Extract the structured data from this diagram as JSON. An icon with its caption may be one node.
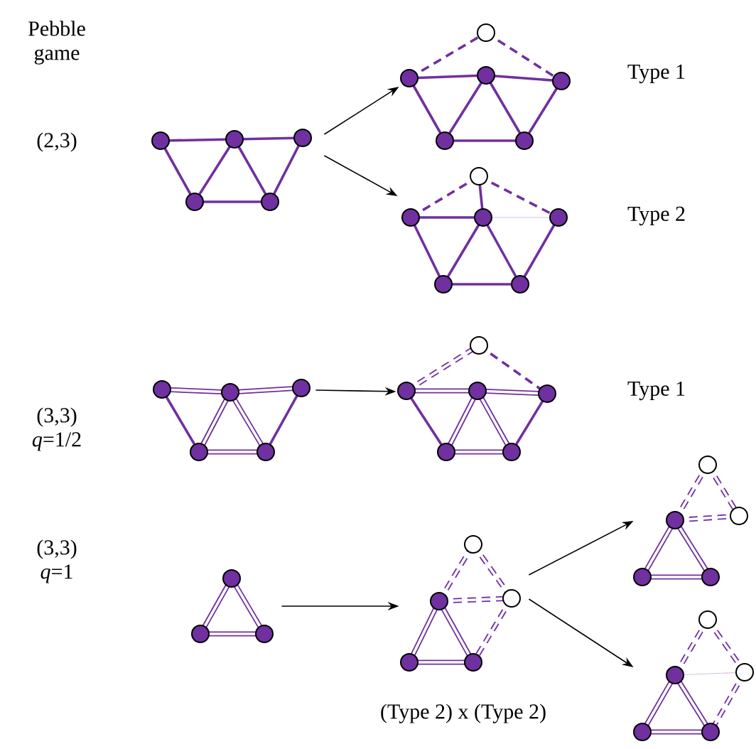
{
  "diagram": {
    "nodes": [
      {
        "text": [],
        "shape": "picture"
      },
      {
        "text": [],
        "shape": "picture"
      },
      {
        "text": [],
        "shape": "picture"
      },
      {
        "text": [],
        "shape": "picture"
      },
      {
        "text": [],
        "shape": "picture"
      },
      {
        "text": [],
        "shape": "picture"
      },
      {
        "text": [],
        "shape": "picture"
      },
      {
        "text": [],
        "shape": "picture"
      },
      {
        "text": [],
        "shape": "picture"
      }
    ],
    "edges": [
      {
        "from": 0,
        "to": 1,
        "arrow": "to"
      },
      {
        "from": 0,
        "to": 2,
        "arrow": "to"
      },
      {
        "from": 3,
        "to": 4,
        "arrow": "to"
      },
      {
        "from": 5,
        "to": 6,
        "arrow": "to"
      },
      {
        "from": 6,
        "to": 7,
        "arrow": "to"
      },
      {
        "from": 6,
        "to": 8,
        "arrow": "to"
      }
    ],
    "labels": [
      "Pebble game",
      "Type 1",
      "(2,3)",
      "Type 2",
      "Type 1",
      "(3,3) *q*=1/2",
      "(3,3) *q*=1",
      "(Type 2) x (Type 2)"
    ]
  }
}
